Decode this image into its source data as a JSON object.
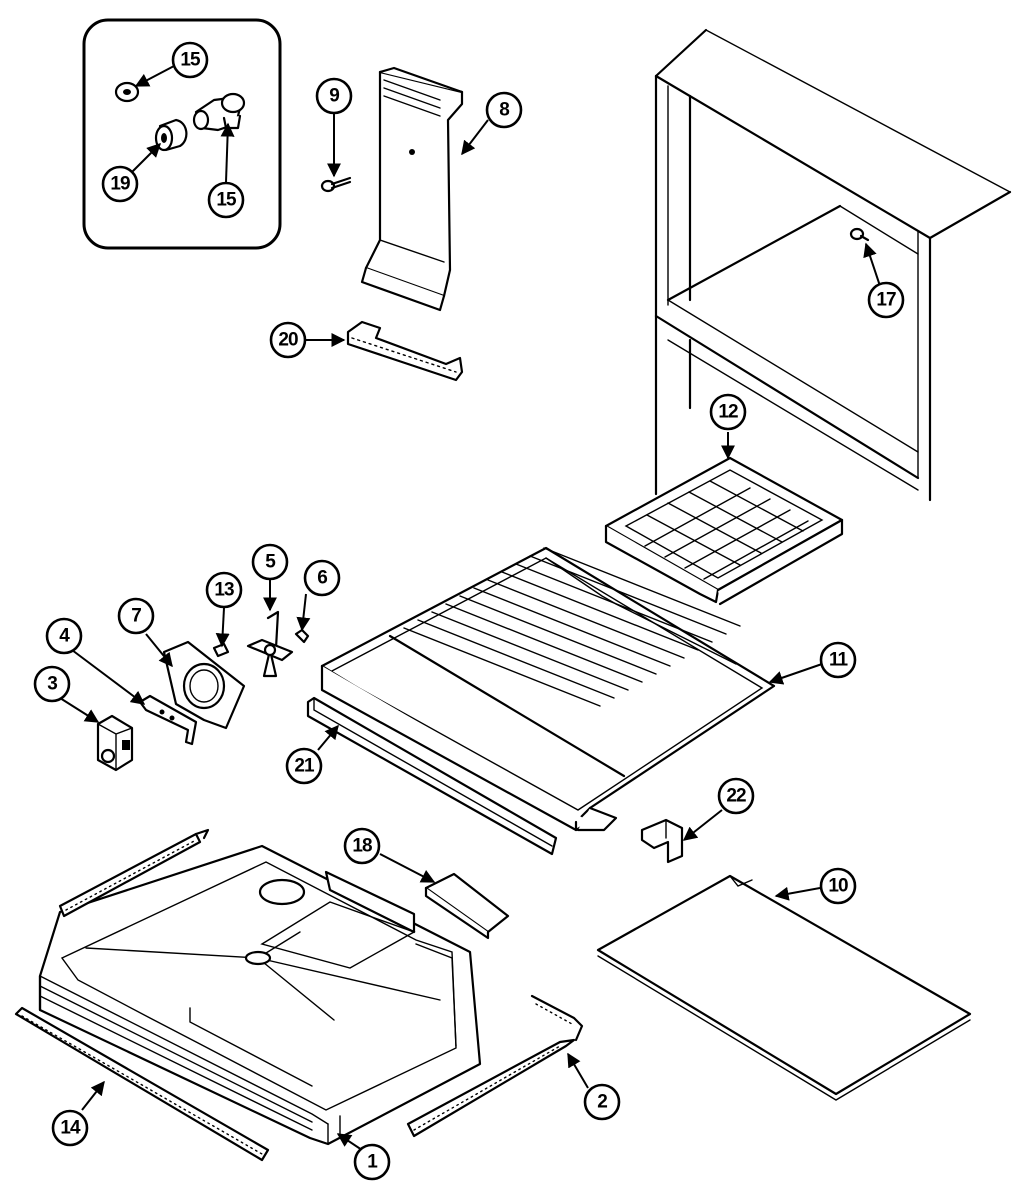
{
  "callouts": [
    "15",
    "15",
    "19",
    "9",
    "8",
    "20",
    "17",
    "12",
    "13",
    "5",
    "6",
    "7",
    "4",
    "3",
    "11",
    "21",
    "22",
    "18",
    "10",
    "14",
    "2",
    "1"
  ],
  "colors": {
    "line": "#000000",
    "background": "#ffffff"
  }
}
